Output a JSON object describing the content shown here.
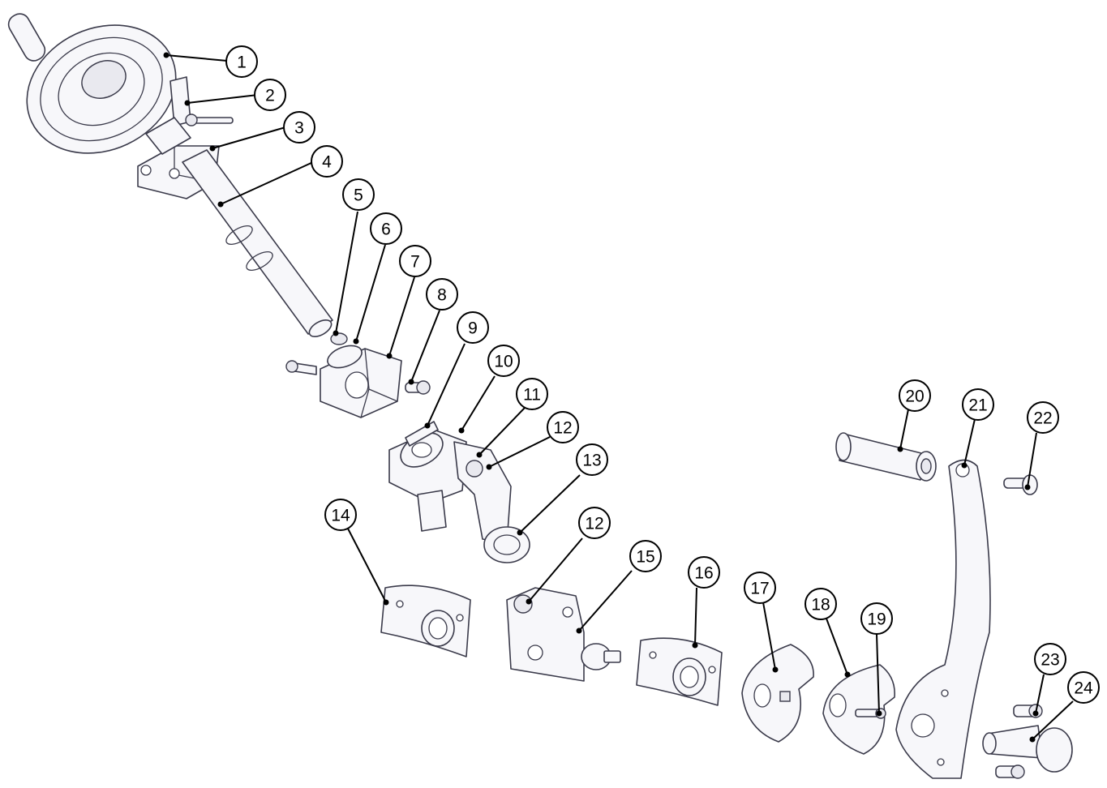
{
  "callouts": [
    {
      "label": "1"
    },
    {
      "label": "2"
    },
    {
      "label": "3"
    },
    {
      "label": "4"
    },
    {
      "label": "5"
    },
    {
      "label": "6"
    },
    {
      "label": "7"
    },
    {
      "label": "8"
    },
    {
      "label": "9"
    },
    {
      "label": "10"
    },
    {
      "label": "11"
    },
    {
      "label": "12"
    },
    {
      "label": "13"
    },
    {
      "label": "12"
    },
    {
      "label": "14"
    },
    {
      "label": "15"
    },
    {
      "label": "16"
    },
    {
      "label": "17"
    },
    {
      "label": "18"
    },
    {
      "label": "19"
    },
    {
      "label": "20"
    },
    {
      "label": "21"
    },
    {
      "label": "22"
    },
    {
      "label": "23"
    },
    {
      "label": "24"
    }
  ],
  "colors": {
    "line": "#3a3a4a",
    "fill": "#f7f7fa",
    "callout": "#000000"
  }
}
